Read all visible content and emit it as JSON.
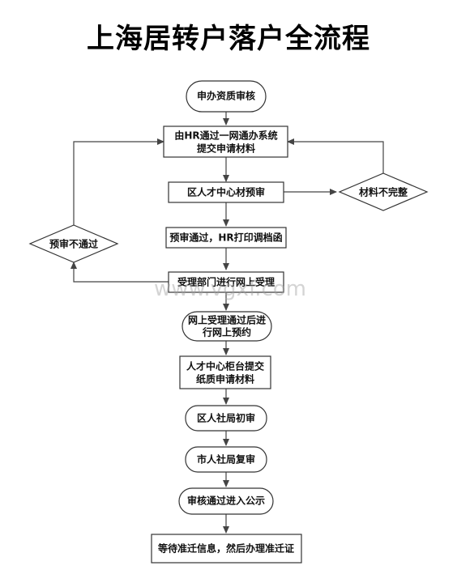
{
  "title": "上海居转户落户全流程",
  "watermark": "www.vgxf.com",
  "nodes": {
    "start": "申办资质审核",
    "submit": [
      "由HR通过一网通办系统",
      "提交申请材料"
    ],
    "precheck": "区人才中心材预审",
    "incomplete": "材料不完整",
    "prepass": "预审通过，HR打印调档函",
    "prefail": "预审不通过",
    "accept": "受理部门进行网上受理",
    "reserve": [
      "网上受理通过后进",
      "行网上预约"
    ],
    "counter": [
      "人才中心柜台提交",
      "纸质申请材料"
    ],
    "district": "区人社局初审",
    "city": "市人社局复审",
    "publicity": "审核通过进入公示",
    "final": "等待准迁信息，然后办理准迁证"
  }
}
